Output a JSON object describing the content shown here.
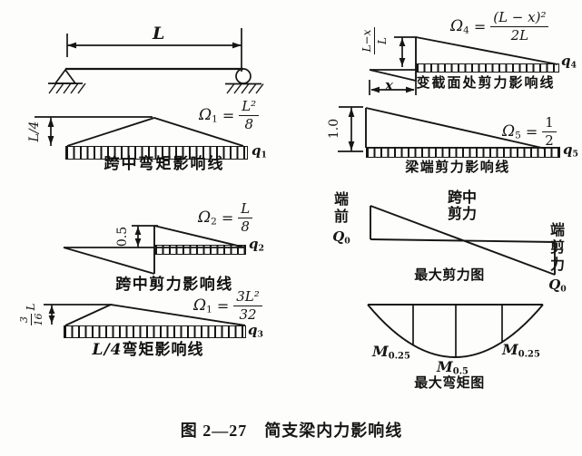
{
  "symbols": {
    "equals": "=",
    "omega": "Ω"
  },
  "figure_caption": "图 2—27　简支梁内力影响线",
  "beam": {
    "span_label": "L"
  },
  "mid_moment": {
    "caption": "跨中弯矩影响线",
    "height_label": "L/4",
    "omega_sub": "1",
    "frac_num": "L²",
    "frac_den": "8",
    "load_base": "q",
    "load_sub": "1"
  },
  "mid_shear": {
    "caption": "跨中剪力影响线",
    "height_label": "0.5",
    "omega_sub": "2",
    "frac_num": "L",
    "frac_den": "8",
    "load_base": "q",
    "load_sub": "2"
  },
  "quarter_moment": {
    "caption_math": "L/4",
    "caption_text": "弯矩影响线",
    "height_num": "3",
    "height_den": "16",
    "height_suffix": "L",
    "omega_sub": "1",
    "frac_num": "3L²",
    "frac_den": "32",
    "load_base": "q",
    "load_sub": "3"
  },
  "var_section_shear": {
    "caption": "变截面处剪力影响线",
    "height_num": "L−x",
    "height_den": "L",
    "x_label": "x",
    "omega_sub": "4",
    "frac_num": "(L − x)²",
    "frac_den": "2L",
    "load_base": "q",
    "load_sub": "4"
  },
  "end_shear": {
    "caption": "梁端剪力影响线",
    "height_label": "1.0",
    "omega_sub": "5",
    "frac_num": "1",
    "frac_den": "2",
    "load_base": "q",
    "load_sub": "5"
  },
  "max_shear": {
    "caption": "最大剪力图",
    "left_chars": "端前",
    "left_q": "Q",
    "left_q_sub": "0",
    "mid_line1": "跨中",
    "mid_line2": "剪力",
    "right_chars": "端剪力",
    "right_q": "Q",
    "right_q_sub": "0"
  },
  "max_moment": {
    "caption": "最大弯矩图",
    "labels": [
      {
        "base": "M",
        "sub": "0.25"
      },
      {
        "base": "M",
        "sub": "0.5"
      },
      {
        "base": "M",
        "sub": "0.25"
      }
    ]
  }
}
